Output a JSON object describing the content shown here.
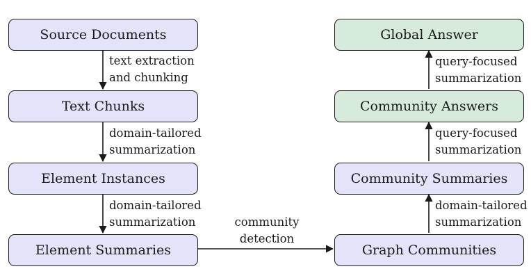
{
  "nodes": {
    "source_documents": "Source Documents",
    "text_chunks": "Text Chunks",
    "element_instances": "Element Instances",
    "element_summaries": "Element Summaries",
    "graph_communities": "Graph Communities",
    "community_summaries": "Community Summaries",
    "community_answers": "Community Answers",
    "global_answer": "Global Answer"
  },
  "edges": {
    "extraction": [
      "text extraction",
      "and chunking"
    ],
    "tailored_1": [
      "domain-tailored",
      "summarization"
    ],
    "tailored_2": [
      "domain-tailored",
      "summarization"
    ],
    "community_detection": [
      "community",
      "detection"
    ],
    "tailored_3": [
      "domain-tailored",
      "summarization"
    ],
    "query_1": [
      "query-focused",
      "summarization"
    ],
    "query_2": [
      "query-focused",
      "summarization"
    ]
  },
  "colors": {
    "node_blue": "#e3e3fa",
    "node_green": "#d6ebdc",
    "stroke": "#1a1a1a"
  }
}
